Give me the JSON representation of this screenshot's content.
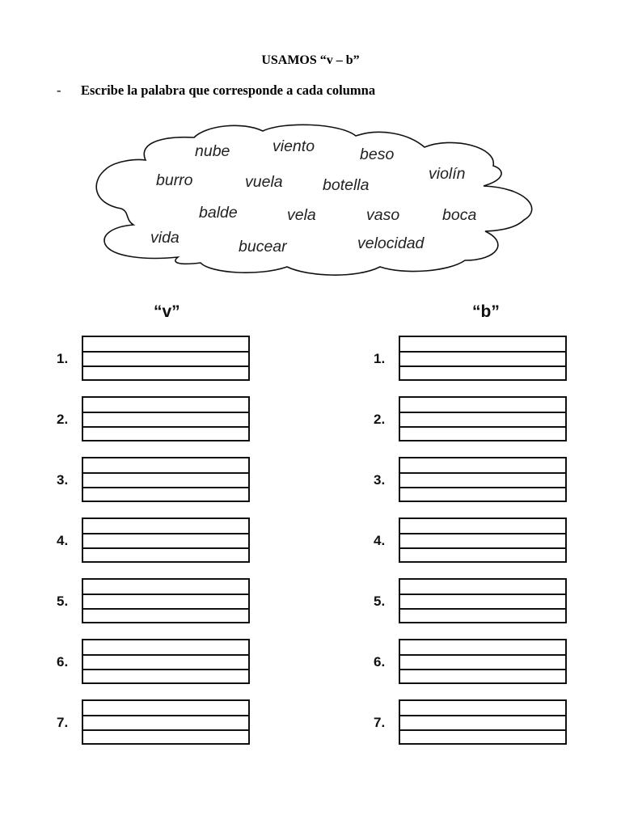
{
  "title": "USAMOS “v – b”",
  "instruction": {
    "bullet": "-",
    "text": "Escribe la palabra que corresponde a cada columna"
  },
  "word_bank": [
    "nube",
    "viento",
    "beso",
    "burro",
    "vuela",
    "botella",
    "violín",
    "balde",
    "vela",
    "vaso",
    "boca",
    "vida",
    "bucear",
    "velocidad"
  ],
  "columns": [
    {
      "heading": "“v”",
      "rows": [
        "1.",
        "2.",
        "3.",
        "4.",
        "5.",
        "6.",
        "7."
      ]
    },
    {
      "heading": "“b”",
      "rows": [
        "1.",
        "2.",
        "3.",
        "4.",
        "5.",
        "6.",
        "7."
      ]
    }
  ]
}
